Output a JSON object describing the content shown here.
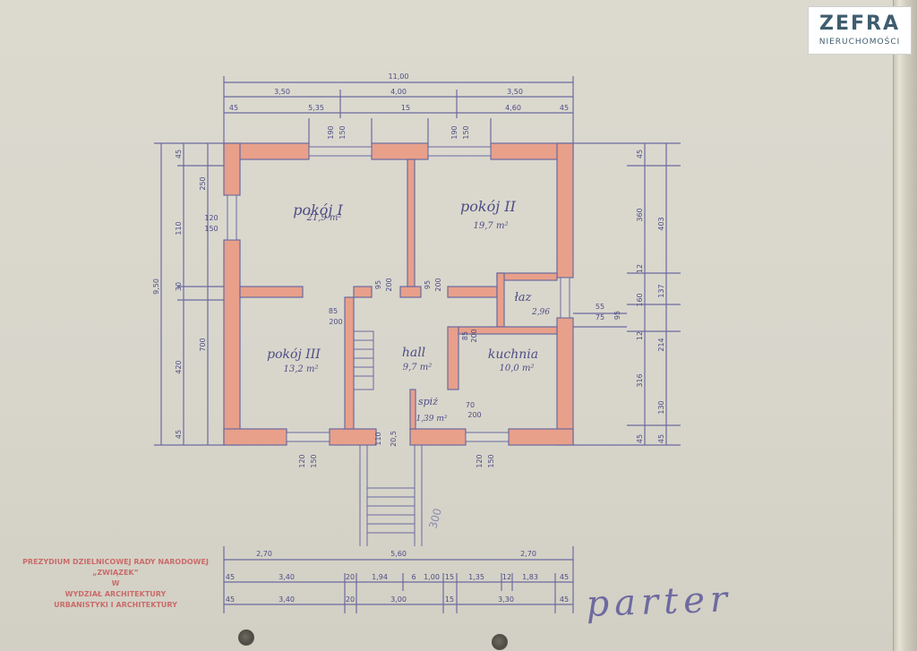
{
  "logo": {
    "word": "ZEFRA",
    "sub": "NIERUCHOMOŚCI"
  },
  "rooms": [
    {
      "name": "pokój I",
      "area": "21,9 m²"
    },
    {
      "name": "pokój II",
      "area": "19,7 m²"
    },
    {
      "name": "pokój III",
      "area": "13,2 m²"
    },
    {
      "name": "hall",
      "area": "9,7 m²"
    },
    {
      "name": "kuchnia",
      "area": "10,0 m²"
    },
    {
      "name": "łaz",
      "area": "2,96"
    },
    {
      "name": "spiż",
      "area": "1,39 m²"
    }
  ],
  "dimensions": {
    "top": [
      "11,00",
      "3,50",
      "4,00",
      "3,50",
      "5,35",
      "15",
      "4,60",
      "45",
      "45",
      "190",
      "150",
      "190",
      "150"
    ],
    "left": [
      "9,50",
      "45",
      "250",
      "110",
      "30",
      "700",
      "420",
      "45",
      "120",
      "150"
    ],
    "right": [
      "45",
      "360",
      "403",
      "12",
      "160",
      "137",
      "12",
      "214",
      "316",
      "130",
      "45",
      "45",
      "55",
      "75",
      "95"
    ],
    "interior": [
      "85",
      "200",
      "95",
      "200",
      "95",
      "200",
      "85",
      "200",
      "70",
      "200",
      "110",
      "20,5",
      "300",
      "120",
      "150",
      "120",
      "150"
    ],
    "bottom": [
      "2,70",
      "5,60",
      "2,70",
      "45",
      "3,40",
      "20",
      "1,94",
      "6",
      "1,00",
      "15",
      "1,35",
      "12",
      "1,83",
      "45",
      "45",
      "3,40",
      "20",
      "3,00",
      "15",
      "3,30",
      "45"
    ]
  },
  "stamp": {
    "lines": [
      "PREZYDIUM DZIELNICOWEJ RADY NARODOWEJ",
      "„ZWIĄZEK”",
      "W",
      "WYDZIAŁ ARCHITEKTURY",
      "URBANISTYKI I ARCHITEKTURY"
    ]
  },
  "signature": "parter",
  "colors": {
    "paper": "#d9d7cc",
    "wall": "#e8a08a",
    "line": "#6b6aa0",
    "pencil": "#4d4c86",
    "stamp": "#c95a5a"
  }
}
